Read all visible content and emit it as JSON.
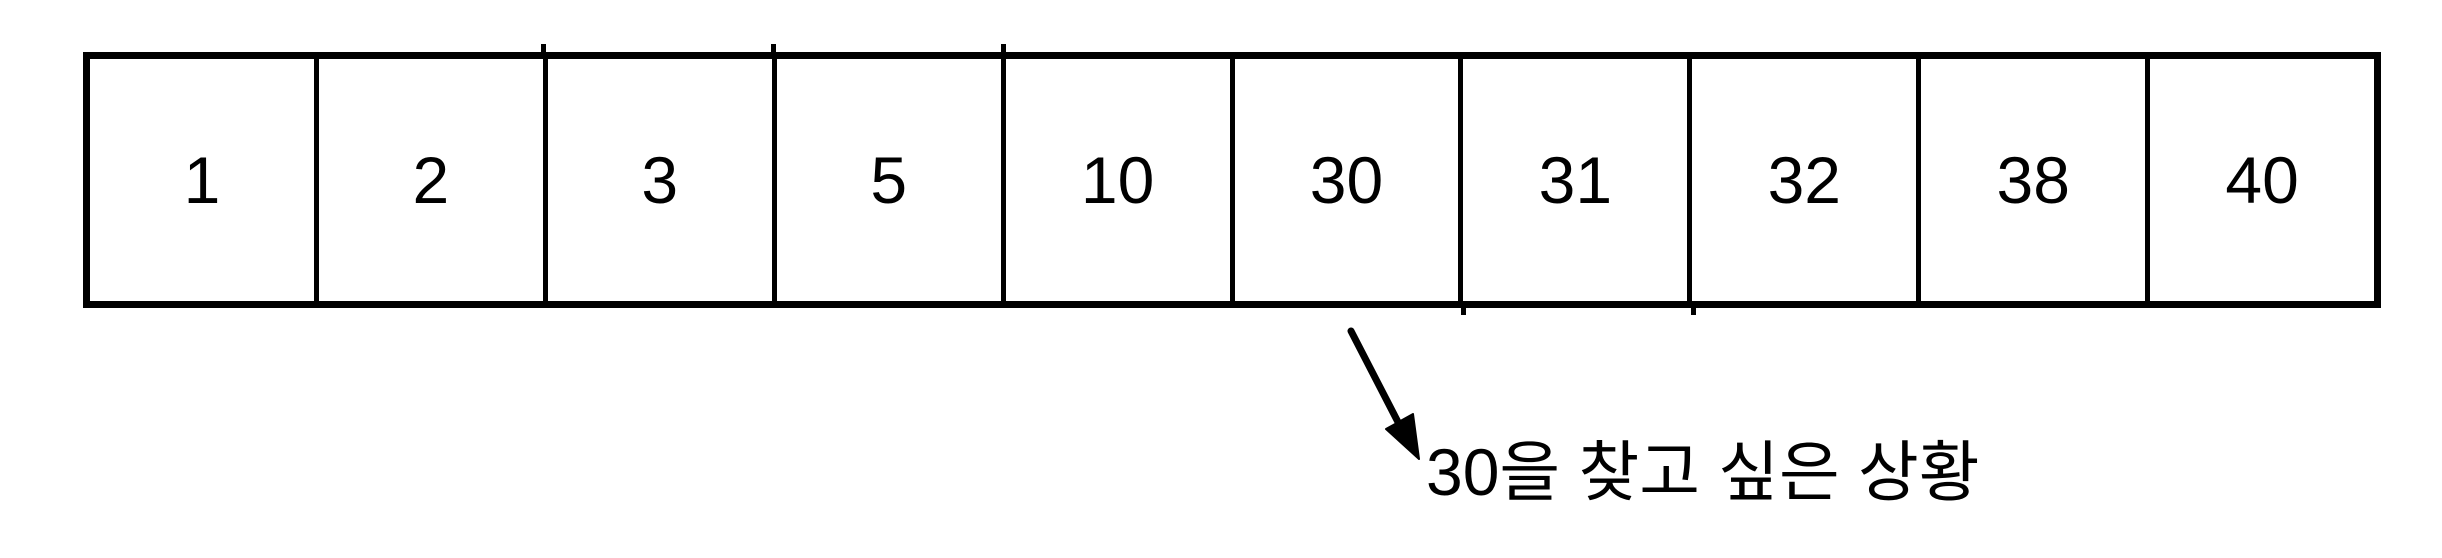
{
  "diagram": {
    "cells": [
      "1",
      "2",
      "3",
      "5",
      "10",
      "30",
      "31",
      "32",
      "38",
      "40"
    ],
    "arrow": {
      "points_to_cell_value": "30",
      "direction": "down-right"
    },
    "caption": "30을 찾고 싶은 상황",
    "colors": {
      "stroke": "#000000",
      "background": "#ffffff",
      "text": "#000000"
    }
  }
}
